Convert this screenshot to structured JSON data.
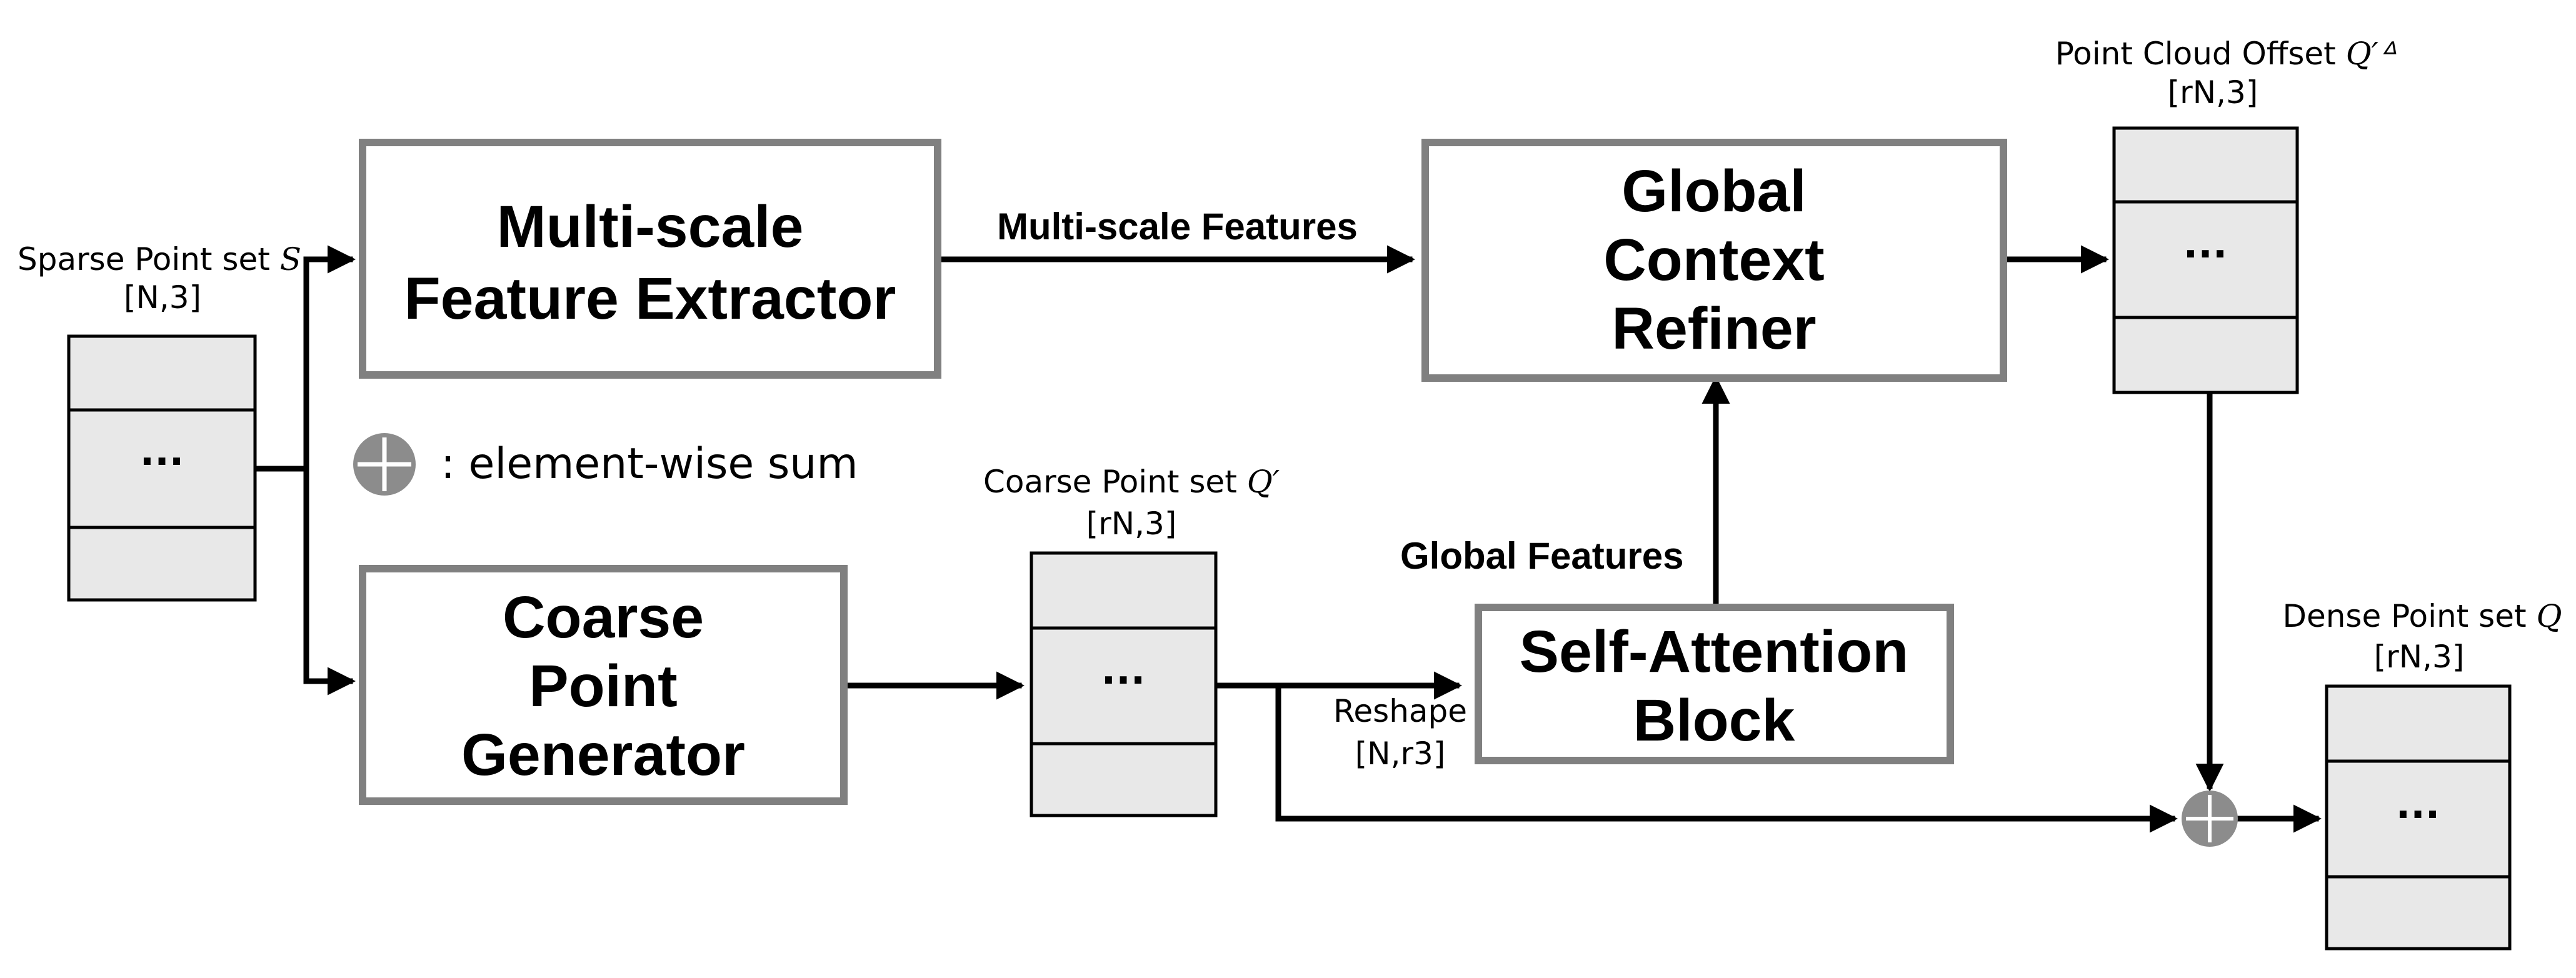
{
  "colors": {
    "box_border": "#808080",
    "cell_fill": "#e8e8e8",
    "sum_fill": "#8c8c8c",
    "line": "#000000"
  },
  "sparse": {
    "label": "Sparse Point set",
    "symbol": "S",
    "shape": "[N,3]",
    "dots": "···"
  },
  "coarse_set": {
    "label": "Coarse Point set",
    "symbol": "Q′",
    "shape": "[rN,3]",
    "dots": "···"
  },
  "offset": {
    "label": "Point Cloud Offset",
    "symbol": "Q′ᐞ",
    "shape": "[rN,3]",
    "dots": "···"
  },
  "dense": {
    "label": "Dense Point set",
    "symbol": "Q",
    "shape": "[rN,3]",
    "dots": "···"
  },
  "boxes": {
    "extractor": [
      "Multi-scale",
      "Feature Extractor"
    ],
    "generator": [
      "Coarse",
      "Point",
      "Generator"
    ],
    "refiner": [
      "Global",
      "Context",
      "Refiner"
    ],
    "attention": [
      "Self-Attention",
      "Block"
    ]
  },
  "edges": {
    "multiscale": "Multi-scale Features",
    "global": "Global Features",
    "reshape": "Reshape",
    "reshape_shape": "[N,r3]"
  },
  "legend": {
    "symbol": "sum-icon",
    "text": ": element-wise sum"
  }
}
